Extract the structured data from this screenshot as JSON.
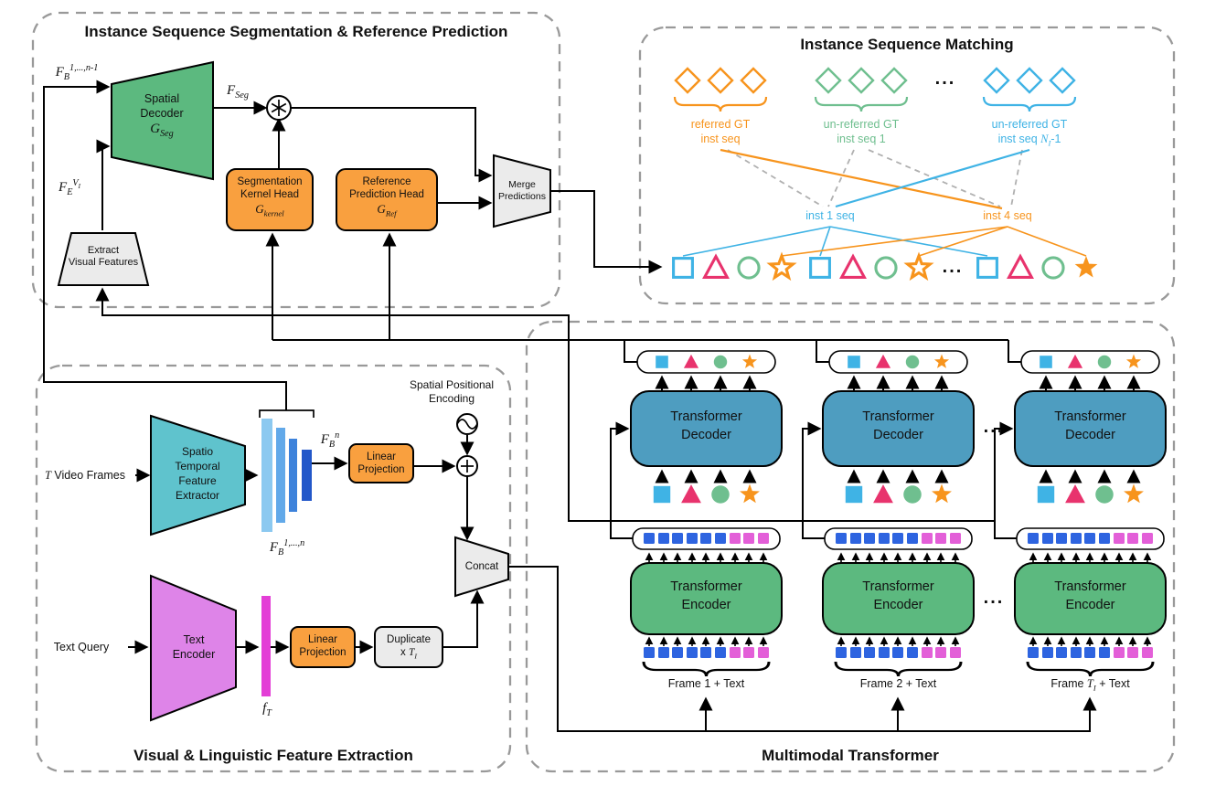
{
  "colors": {
    "orange": "#F7941D",
    "pink": "#E8336D",
    "green": "#6FBF8F",
    "sky": "#3FB3E5",
    "tokenBlue": "#2E64E0",
    "tokenMagenta": "#E35FD8",
    "teal": "#5FC3CD",
    "violet": "#DE84E8",
    "magentaBar": "#E33ED6",
    "boxBlue": "#4E9DC0",
    "boxGreen": "#5CB97F",
    "boxOrange": "#F9A03F",
    "grayFill": "#EBEBEB",
    "bar1": "#8CC9F0",
    "bar2": "#62A9E9",
    "bar3": "#3D82DB",
    "bar4": "#2257C9",
    "dash": "#999999"
  },
  "sections": {
    "seg_title": "Instance Sequence Segmentation & Reference Prediction",
    "match_title": "Instance Sequence Matching",
    "feat_title": "Visual & Linguistic Feature Extraction",
    "mmt_title": "Multimodal Transformer"
  },
  "seg": {
    "fb_in": {
      "base": "F",
      "sub": "B",
      "sup": "1,...,n-1"
    },
    "spatial_decoder": {
      "line1": "Spatial",
      "line2": "Decoder",
      "sym": "G",
      "symsub": "Seg"
    },
    "f_seg": {
      "base": "F",
      "sub": "Seg"
    },
    "fe": {
      "base": "F",
      "sub": "E",
      "sup_base": "V",
      "sup_sub": "I"
    },
    "extract": {
      "line1": "Extract",
      "line2": "Visual Features"
    },
    "kernel_head": {
      "line1": "Segmentation",
      "line2": "Kernel Head",
      "sym": "G",
      "symsub": "kernel"
    },
    "ref_head": {
      "line1": "Reference",
      "line2": "Prediction Head",
      "sym": "G",
      "symsub": "Ref"
    },
    "merge": {
      "line1": "Merge",
      "line2": "Predictions"
    },
    "conv_op_icon": "circled-asterisk"
  },
  "match": {
    "gt1": {
      "line1": "referred GT",
      "line2": "inst seq"
    },
    "gt2": {
      "line1": "un-referred GT",
      "line2": "inst seq 1"
    },
    "gt3": {
      "line1": "un-referred GT",
      "line2_pre": "inst seq ",
      "line2_var": "N",
      "line2_sub": "I",
      "line2_post": "-1"
    },
    "inst1": "inst 1 seq",
    "inst4": "inst 4 seq",
    "ellipsis": "...",
    "gt_shape_icon": "diamond",
    "instance_shape_icons": [
      "square",
      "triangle",
      "circle",
      "star"
    ]
  },
  "feat": {
    "video_frames": {
      "var": "T",
      "rest": " Video Frames"
    },
    "extractor": {
      "line1": "Spatio",
      "line2": "Temporal",
      "line3": "Feature",
      "line4": "Extractor"
    },
    "fb_all": {
      "base": "F",
      "sub": "B",
      "sup": "1,...,n"
    },
    "fb_n": {
      "base": "F",
      "sub": "B",
      "sup": "n"
    },
    "linear1": {
      "line1": "Linear",
      "line2": "Projection"
    },
    "spe": {
      "line1": "Spatial Positional",
      "line2": "Encoding"
    },
    "spe_icon": "sine-wave",
    "add_op_icon": "circled-plus",
    "concat": "Concat",
    "text_query": "Text Query",
    "text_encoder": {
      "line1": "Text",
      "line2": "Encoder"
    },
    "f_t": {
      "base": "f",
      "sub": "T"
    },
    "linear2": {
      "line1": "Linear",
      "line2": "Projection"
    },
    "duplicate": {
      "line1": "Duplicate",
      "pre": "x ",
      "var": "T",
      "sub": "I"
    }
  },
  "mmt": {
    "decoder": {
      "line1": "Transformer",
      "line2": "Decoder"
    },
    "encoder": {
      "line1": "Transformer",
      "line2": "Encoder"
    },
    "frame1": {
      "pre": "Frame 1 + Text"
    },
    "frame2": {
      "pre": "Frame 2 + Text"
    },
    "frame3": {
      "pre": "Frame ",
      "var": "T",
      "sub": "I",
      "post": " + Text"
    },
    "ellipsis": "...",
    "video_tokens": 6,
    "text_tokens": 3
  }
}
